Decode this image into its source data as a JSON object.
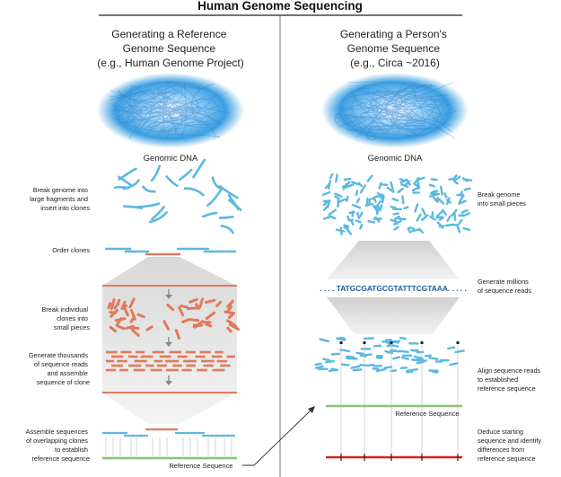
{
  "title": "Human Genome Sequencing",
  "left": {
    "heading": [
      "Generating a Reference",
      "Genome Sequence",
      "(e.g., Human Genome Project)"
    ],
    "dna_label": "Genomic DNA",
    "step1": [
      "Break genome into",
      "large fragments and",
      "insert into clones"
    ],
    "step2": [
      "Order clones"
    ],
    "step3": [
      "Break individual",
      "clones into",
      "small pieces"
    ],
    "step4": [
      "Generate thousands",
      "of sequence reads",
      "and assemble",
      "sequence of clone"
    ],
    "step5": [
      "Assemble sequences",
      "of overlapping clones",
      "to establish",
      "reference sequence"
    ],
    "ref_label": "Reference Sequence"
  },
  "right": {
    "heading": [
      "Generating a Person's",
      "Genome Sequence",
      "(e.g., Circa ~2016)"
    ],
    "dna_label": "Genomic DNA",
    "step1": [
      "Break genome",
      "into small pieces"
    ],
    "step2": [
      "Generate millions",
      "of sequence reads"
    ],
    "sequence_text": ". . . . TATGCGATGCGTATTTCGTAAA. . . . .",
    "step3": [
      "Align sequence reads",
      "to established",
      "reference sequence"
    ],
    "ref_label": "Reference Sequence",
    "step4": [
      "Deduce starting",
      "sequence and identify",
      "differences from",
      "reference sequence"
    ]
  },
  "colors": {
    "blue_fragment": "#5bb8e0",
    "orange_fragment": "#e2795a",
    "green_reference": "#8dbf7a",
    "red_variant": "#d62020",
    "sequence_text": "#1a5a9a"
  }
}
